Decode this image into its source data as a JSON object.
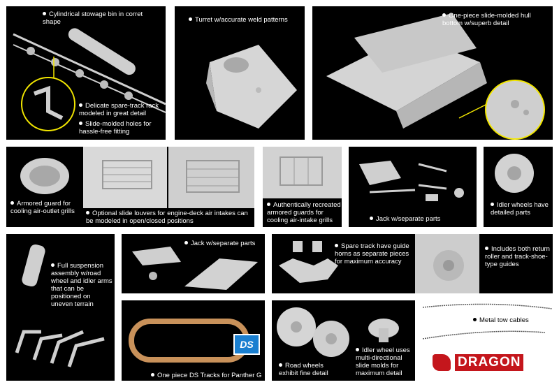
{
  "captions": {
    "stowage_bin": "Cylindrical stowage bin in corret shape",
    "spare_track_rack": "Delicate spare-track rack modeled in great detail",
    "slide_holes": "Slide-molded holes for hassle-free fitting",
    "turret": "Turret w/accurate weld patterns",
    "hull_bottom": "One-piece slide-molded hull bottom w/superb detail",
    "armored_guard_outlet": "Armored guard for cooling air-outlet grills",
    "louvers": "Optional slide louvers for engine-deck air intakes can be modeled in open/closed positions",
    "armored_guard_intake": "Authentically recreated armored guards for cooling air-intake grills",
    "jack_top": "Jack w/separate parts",
    "idler_wheels": "Idler wheels have detailed parts",
    "suspension": "Full suspension assembly w/road wheel and idler arms that can be positioned on uneven terrain",
    "jack_mid": "Jack w/separate parts",
    "spare_track": "Spare track have guide horns as separate pieces for maximum accuracy",
    "return_roller": "Includes both return roller and track-shoe-type guides",
    "ds_tracks": "One piece DS Tracks for Panther G",
    "road_wheels": "Road wheels exhibit fine detail",
    "idler_wheel_molds": "Idler wheel uses multi-directional slide molds for maximum detail",
    "tow_cables": "Metal tow cables"
  },
  "logos": {
    "ds": "DS",
    "dragon": "DRAGON"
  },
  "colors": {
    "panel_bg": "#000000",
    "part_gray": "#d0d0d0",
    "callout_yellow": "#f2e600",
    "dragon_red": "#c4161c",
    "ds_blue": "#1a7fd0",
    "track_tan": "#c8915a"
  }
}
